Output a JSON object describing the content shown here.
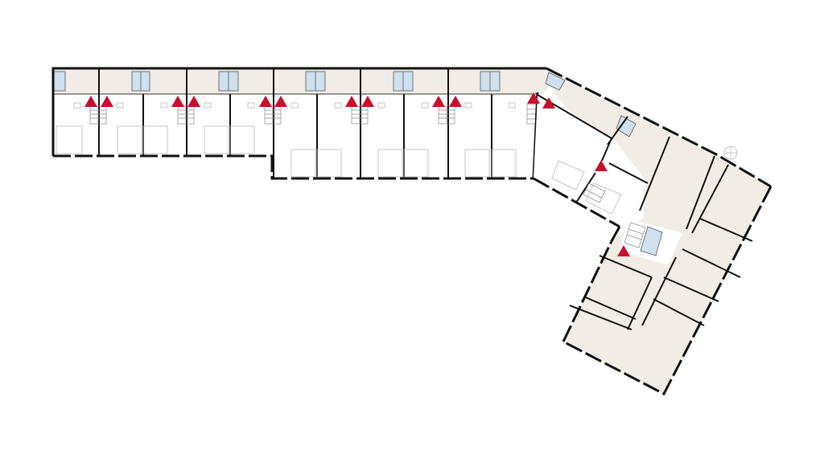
{
  "colors": {
    "background": "#ffffff",
    "wall": "#111111",
    "corridor_fill": "#f1ede6",
    "room_fill": "#f1ede6",
    "unit_fill": "#ffffff",
    "wet_room_fill": "#cfe0ef",
    "entrance_marker": "#c8102e",
    "furniture_line": "#b8b8b8"
  },
  "icons": {
    "entrance_marker": "triangle-icon",
    "stair": "stair-icon",
    "toilet": "toilet-icon",
    "compass": "north-arrow-icon"
  },
  "plan": {
    "west_wing_units": 11,
    "east_wing_rooms": 9,
    "entrance_markers": 14
  }
}
